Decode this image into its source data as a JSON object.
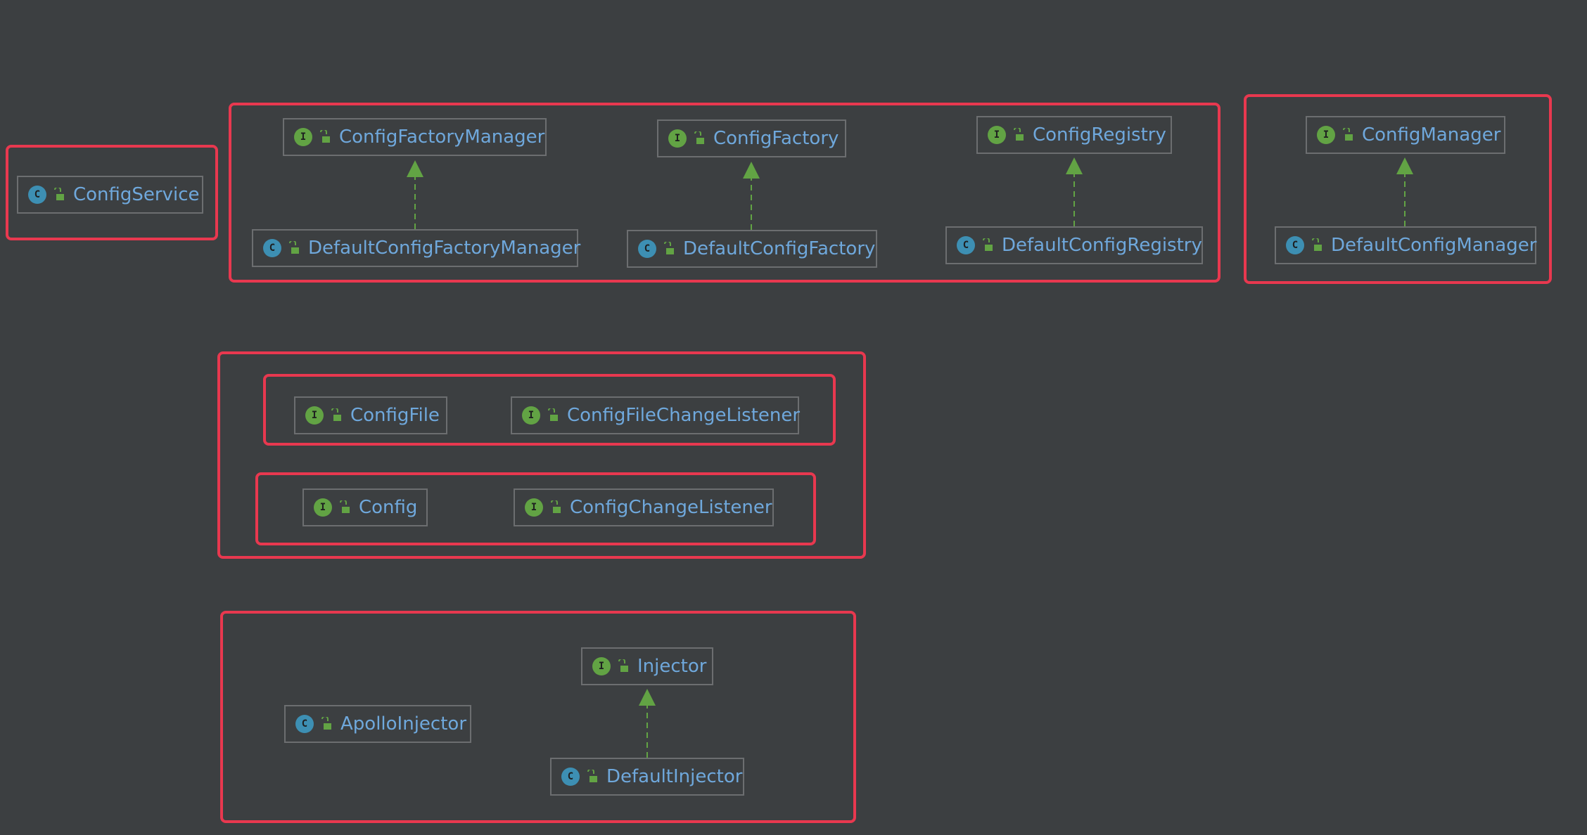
{
  "colors": {
    "background": "#3c3f41",
    "group_border": "#e8384f",
    "node_text": "#6fa8dc",
    "interface_badge": "#62a344",
    "class_badge": "#3d8fb3",
    "edge": "#62a344"
  },
  "icons": {
    "interface": "interface-badge-icon",
    "class": "class-badge-icon",
    "visibility": "public-lock-icon"
  },
  "nodes": {
    "config_service": {
      "kind": "C",
      "label": "ConfigService"
    },
    "config_factory_manager": {
      "kind": "I",
      "label": "ConfigFactoryManager"
    },
    "default_config_factory_manager": {
      "kind": "C",
      "label": "DefaultConfigFactoryManager"
    },
    "config_factory": {
      "kind": "I",
      "label": "ConfigFactory"
    },
    "default_config_factory": {
      "kind": "C",
      "label": "DefaultConfigFactory"
    },
    "config_registry": {
      "kind": "I",
      "label": "ConfigRegistry"
    },
    "default_config_registry": {
      "kind": "C",
      "label": "DefaultConfigRegistry"
    },
    "config_manager": {
      "kind": "I",
      "label": "ConfigManager"
    },
    "default_config_manager": {
      "kind": "C",
      "label": "DefaultConfigManager"
    },
    "config_file": {
      "kind": "I",
      "label": "ConfigFile"
    },
    "config_file_change_listener": {
      "kind": "I",
      "label": "ConfigFileChangeListener"
    },
    "config": {
      "kind": "I",
      "label": "Config"
    },
    "config_change_listener": {
      "kind": "I",
      "label": "ConfigChangeListener"
    },
    "apollo_injector": {
      "kind": "C",
      "label": "ApolloInjector"
    },
    "injector": {
      "kind": "I",
      "label": "Injector"
    },
    "default_injector": {
      "kind": "C",
      "label": "DefaultInjector"
    }
  },
  "edges": [
    {
      "from": "default_config_factory_manager",
      "to": "config_factory_manager",
      "type": "implements"
    },
    {
      "from": "default_config_factory",
      "to": "config_factory",
      "type": "implements"
    },
    {
      "from": "default_config_registry",
      "to": "config_registry",
      "type": "implements"
    },
    {
      "from": "default_config_manager",
      "to": "config_manager",
      "type": "implements"
    },
    {
      "from": "default_injector",
      "to": "injector",
      "type": "implements"
    }
  ]
}
